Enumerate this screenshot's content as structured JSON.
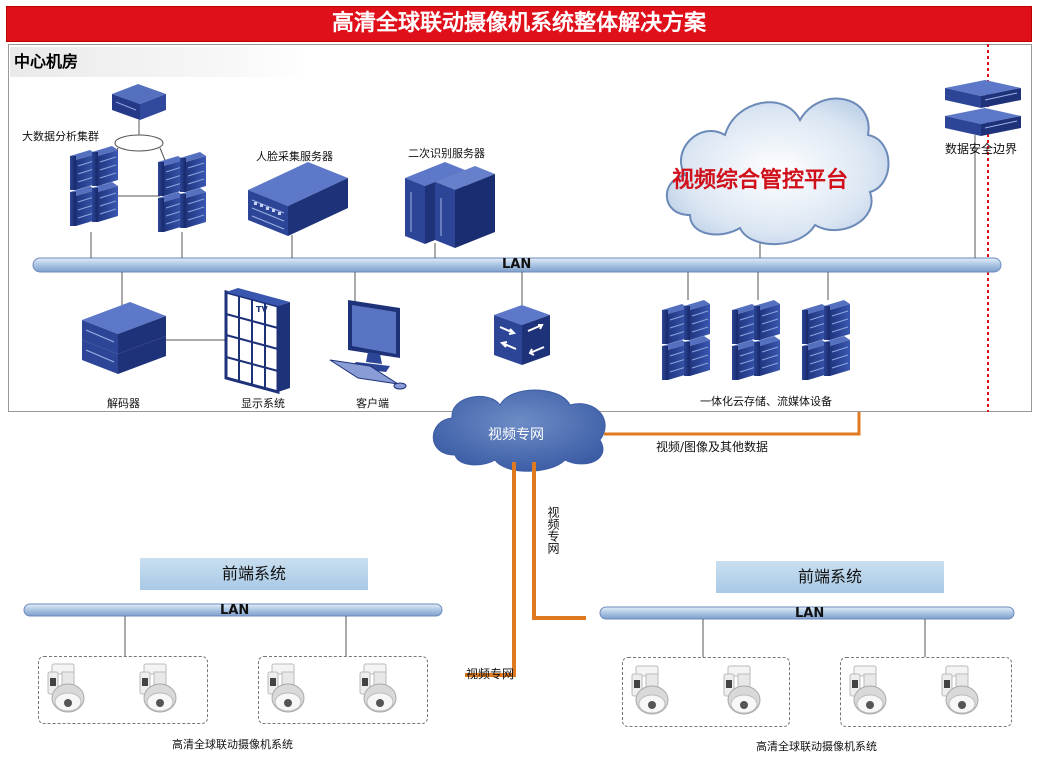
{
  "title": "高清全球联动摄像机系统整体解决方案",
  "center": {
    "label": "中心机房",
    "lan_label": "LAN",
    "cloud_label": "视频综合管控平台",
    "boundary_label": "数据安全边界",
    "devices_top": {
      "bigdata": "大数据分析集群",
      "face": "人脸采集服务器",
      "secondary": "二次识别服务器"
    },
    "devices_bottom": {
      "decoder": "解码器",
      "display": "显示系统",
      "client": "客户端",
      "storage": "一体化云存储、流媒体设备"
    },
    "tv_label": "TV"
  },
  "network": {
    "cloud_label": "视频专网",
    "data_label": "视频/图像及其他数据",
    "vertical_label": "视频专网",
    "left_link_label": "视频专网"
  },
  "frontends": [
    {
      "title": "前端系统",
      "lan_label": "LAN",
      "caption": "高清全球联动摄像机系统"
    },
    {
      "title": "前端系统",
      "lan_label": "LAN",
      "caption": "高清全球联动摄像机系统"
    }
  ],
  "colors": {
    "title_bg": "#e0101b",
    "boundary": "#e0101b",
    "cloud_brand_text": "#d0101b",
    "link_orange": "#e07a20",
    "server_blue": "#2a3f8f",
    "lan_bar": "#b7cde6"
  }
}
